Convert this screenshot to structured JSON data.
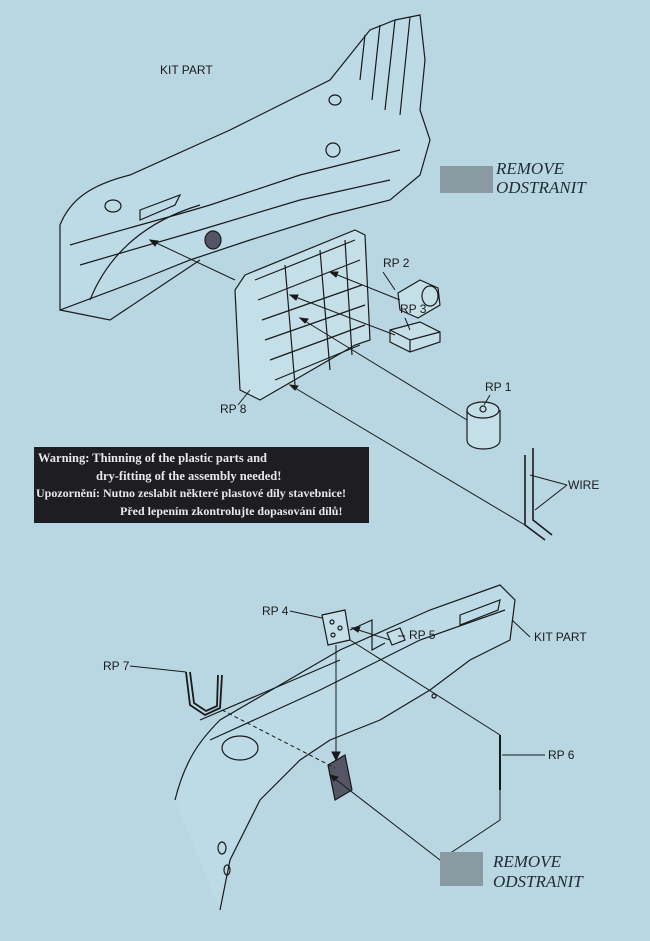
{
  "upper_assembly": {
    "kit_part_label": "KIT PART",
    "parts": {
      "rp2": "RP 2",
      "rp3": "RP 3",
      "rp1": "RP 1",
      "rp8": "RP 8",
      "wire": "WIRE"
    }
  },
  "legend_top": {
    "remove_en": "REMOVE",
    "remove_cz": "ODSTRANIT",
    "color": "#8a9aa3"
  },
  "warning": {
    "line1": "Warning: Thinning of the plastic parts and",
    "line2": "dry-fitting of the assembly needed!",
    "line3": "Upozornění: Nutno zeslabit některé plastové díly stavebnice!",
    "line4": "Před lepením zkontrolujte dopasování dílů!"
  },
  "lower_assembly": {
    "kit_part_label": "KIT PART",
    "parts": {
      "rp4": "RP 4",
      "rp5": "RP 5",
      "rp7": "RP 7",
      "rp6": "RP 6"
    }
  },
  "legend_bottom": {
    "remove_en": "REMOVE",
    "remove_cz": "ODSTRANIT",
    "color": "#8a9aa3"
  }
}
